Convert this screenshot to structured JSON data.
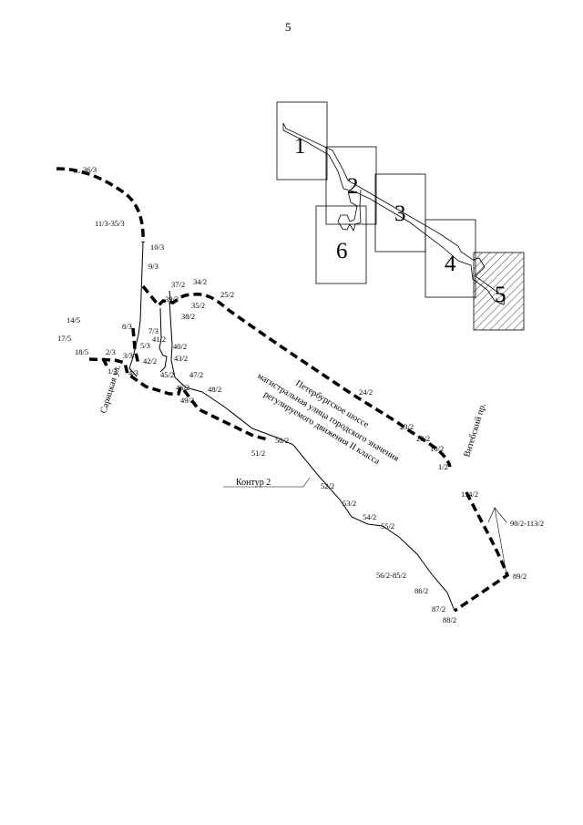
{
  "page_number": "5",
  "index_sheets": [
    {
      "label": "1",
      "hatched": false
    },
    {
      "label": "2",
      "hatched": false
    },
    {
      "label": "3",
      "hatched": false
    },
    {
      "label": "4",
      "hatched": false
    },
    {
      "label": "5",
      "hatched": true
    },
    {
      "label": "6",
      "hatched": false
    }
  ],
  "road": {
    "line1": "Петербургское шоссе",
    "line2": "магистральная улица городского значения",
    "line3": "регулируемого движения II класса"
  },
  "streets": {
    "sarickaya": "Сарицкая ул.",
    "vitebsky": "Витебский пр."
  },
  "contour_label": "Контур 2",
  "point_labels": [
    "36/3",
    "11/3-35/3",
    "10/3",
    "9/3",
    "37/2",
    "34/2",
    "25/2",
    "39/2",
    "35/2",
    "38/2",
    "14/5",
    "17/5",
    "18/5",
    "2/3",
    "1/3",
    "3/3",
    "8/3",
    "7/3",
    "5/3",
    "41/2",
    "40/2",
    "42/2",
    "43/2",
    "4/3",
    "45/2",
    "47/2",
    "46/2",
    "48/2",
    "49/2",
    "24/2",
    "23/2",
    "20/2",
    "10/2",
    "1/2",
    "50/2",
    "51/2",
    "52/2",
    "53/2",
    "54/2",
    "55/2",
    "56/2-85/2",
    "86/2",
    "87/2",
    "88/2",
    "89/2",
    "90/2-113/2",
    "114/2"
  ],
  "colors": {
    "ink": "#000000",
    "paper": "#ffffff"
  }
}
